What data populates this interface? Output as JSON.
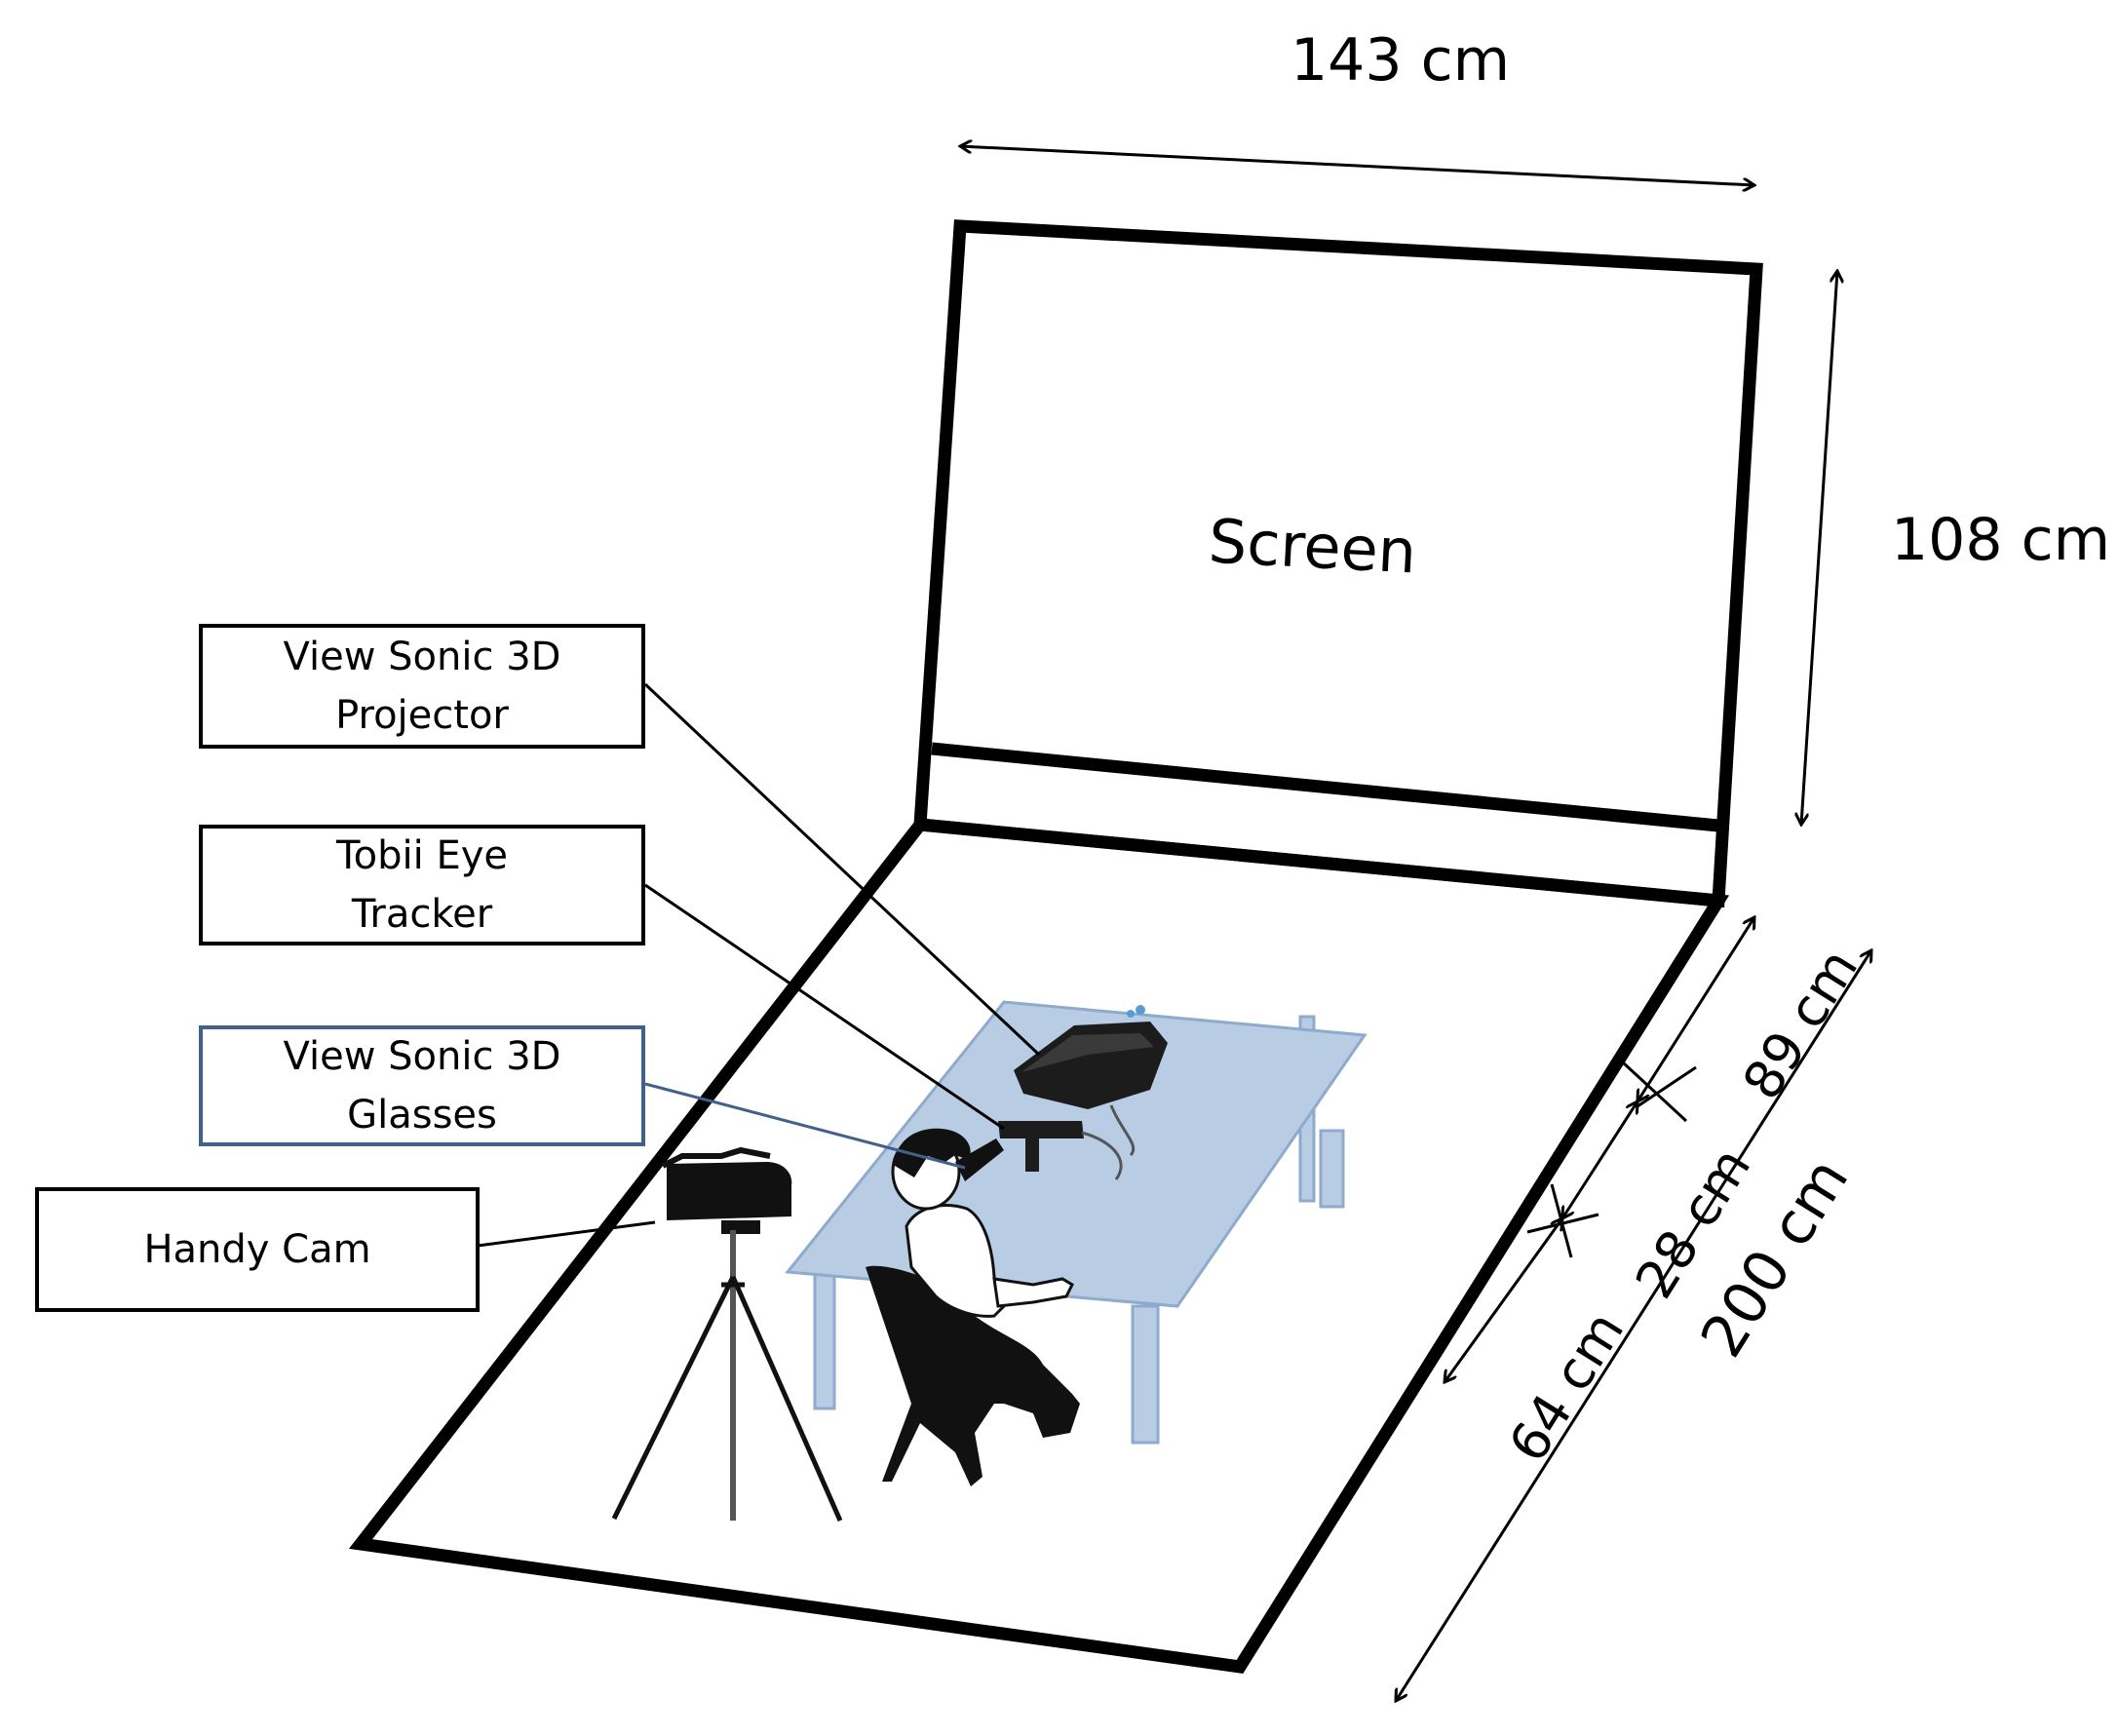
{
  "screen": {
    "label": "Screen"
  },
  "dimensions": {
    "width": "143 cm",
    "height": "108 cm",
    "room_depth": "200 cm",
    "screen_to_table": "89 cm",
    "table_to_user": "28 cm",
    "user_to_end": "64 cm"
  },
  "labels": {
    "projector": [
      "View Sonic 3D",
      "Projector"
    ],
    "eye_tracker": [
      "Tobii Eye",
      "Tracker"
    ],
    "glasses": [
      "View Sonic 3D",
      "Glasses"
    ],
    "handycam": [
      "Handy Cam"
    ]
  },
  "colors": {
    "table": "#b8cce4",
    "table_edge": "#8eaacc",
    "glasses_callout": "#41618a",
    "outline": "#000000"
  }
}
